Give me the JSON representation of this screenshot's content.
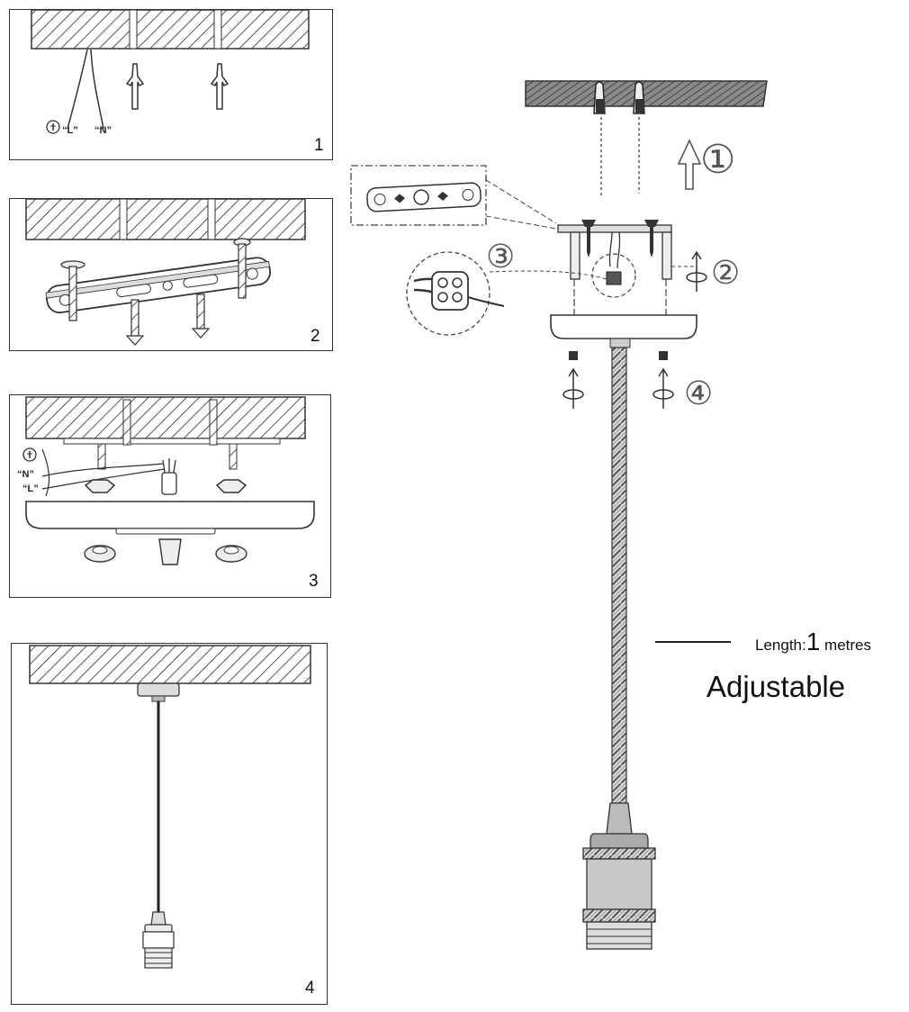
{
  "panels": [
    {
      "number": "1",
      "wire_labels": [
        "“L”",
        "“N”"
      ]
    },
    {
      "number": "2"
    },
    {
      "number": "3",
      "wire_labels": [
        "“N”",
        "“L”"
      ]
    },
    {
      "number": "4"
    }
  ],
  "main": {
    "step_markers": [
      "①",
      "②",
      "③",
      "④"
    ],
    "length_prefix": "Length:",
    "length_value": "1",
    "length_unit": "metres",
    "adjustable": "Adjustable"
  },
  "colors": {
    "line": "#333333",
    "hatch": "#555555",
    "marker": "#666666"
  },
  "icons": [
    "earth-ground-icon",
    "wall-plug-icon",
    "screw-icon",
    "arrow-up-icon",
    "rotate-arrow-icon"
  ]
}
